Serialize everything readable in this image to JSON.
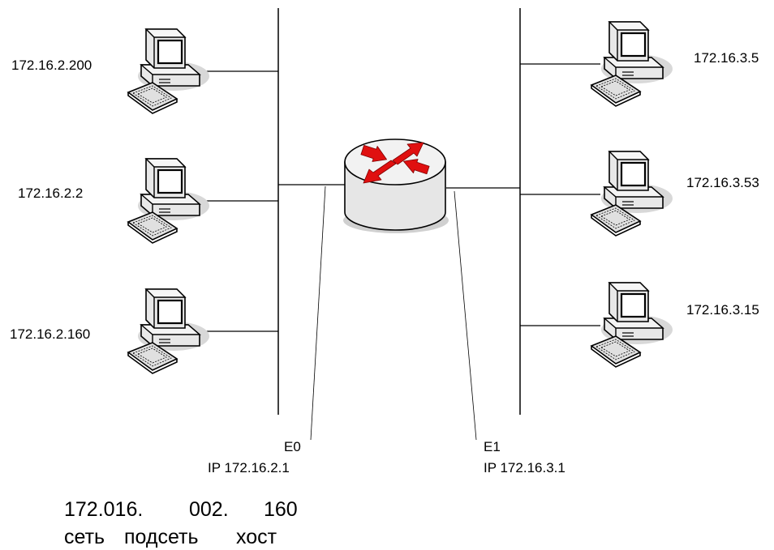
{
  "left_hosts": [
    {
      "ip": "172.16.2.200"
    },
    {
      "ip": "172.16.2.2"
    },
    {
      "ip": "172.16.2.160"
    }
  ],
  "right_hosts": [
    {
      "ip": "172.16.3.5"
    },
    {
      "ip": "172.16.3.53"
    },
    {
      "ip": "172.16.3.15"
    }
  ],
  "interfaces": {
    "e0": {
      "name": "E0",
      "ip": "IP 172.16.2.1"
    },
    "e1": {
      "name": "E1",
      "ip": "IP 172.16.3.1"
    }
  },
  "address_breakdown": {
    "parts": [
      "172.016.",
      "002.",
      "160"
    ],
    "labels": [
      "сеть",
      "подсеть",
      "хост"
    ]
  },
  "colors": {
    "arrow_red": "#e01010",
    "router_body": "#eeeeee",
    "monitor_body": "#e8e8e8",
    "screen": "#ffffff",
    "shadow": "#d8d8d8"
  }
}
